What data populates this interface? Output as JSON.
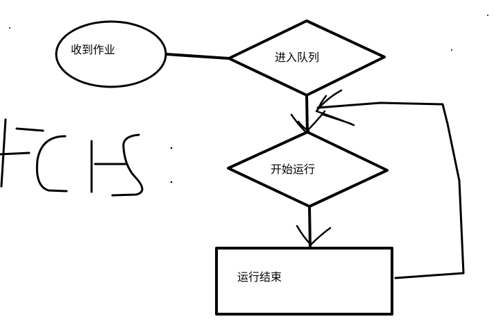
{
  "diagram": {
    "nodes": [
      {
        "id": "receive",
        "shape": "ellipse",
        "label": "收到作业"
      },
      {
        "id": "enqueue",
        "shape": "diamond",
        "label": "进入队列"
      },
      {
        "id": "start",
        "shape": "diamond",
        "label": "开始运行"
      },
      {
        "id": "finish",
        "shape": "rectangle",
        "label": "运行结束"
      }
    ],
    "edges": [
      {
        "from": "receive",
        "to": "enqueue"
      },
      {
        "from": "enqueue",
        "to": "start"
      },
      {
        "from": "start",
        "to": "finish"
      },
      {
        "from": "finish",
        "to": "enqueue"
      }
    ],
    "handwritten_note": "FCFS"
  }
}
